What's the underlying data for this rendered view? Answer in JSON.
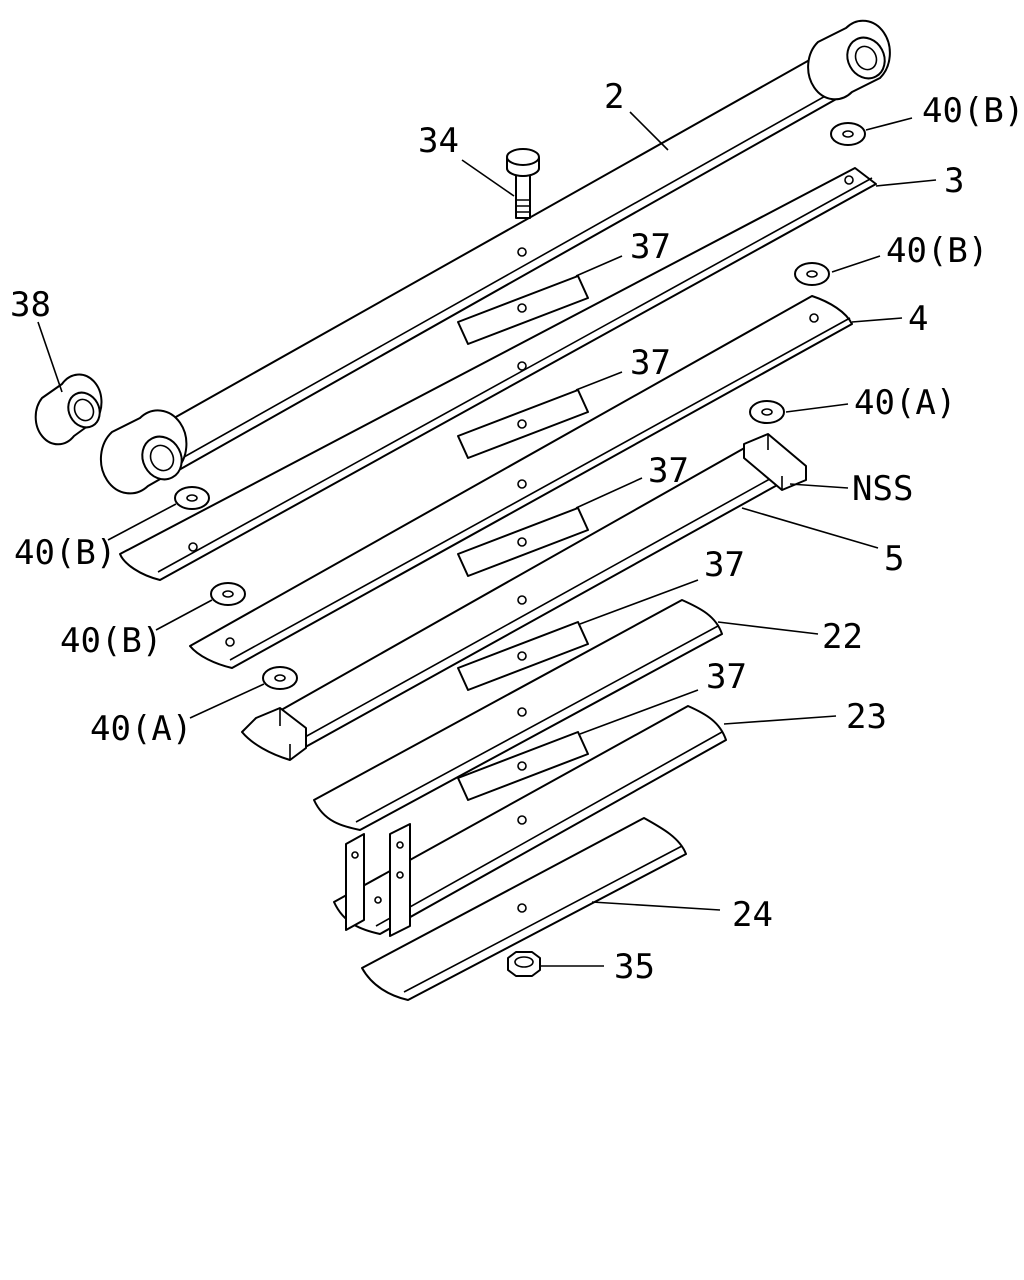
{
  "callouts": {
    "c2": "2",
    "c3": "3",
    "c4": "4",
    "c5": "5",
    "c22": "22",
    "c23": "23",
    "c24": "24",
    "c34": "34",
    "c35": "35",
    "c38": "38",
    "c37a": "37",
    "c37b": "37",
    "c37c": "37",
    "c37d": "37",
    "c37e": "37",
    "c40b_1": "40(B)",
    "c40b_2": "40(B)",
    "c40a_1": "40(A)",
    "c40b_3": "40(B)",
    "c40b_4": "40(B)",
    "c40a_2": "40(A)",
    "nss": "NSS"
  },
  "colors": {
    "line": "#000000",
    "background": "#ffffff"
  }
}
